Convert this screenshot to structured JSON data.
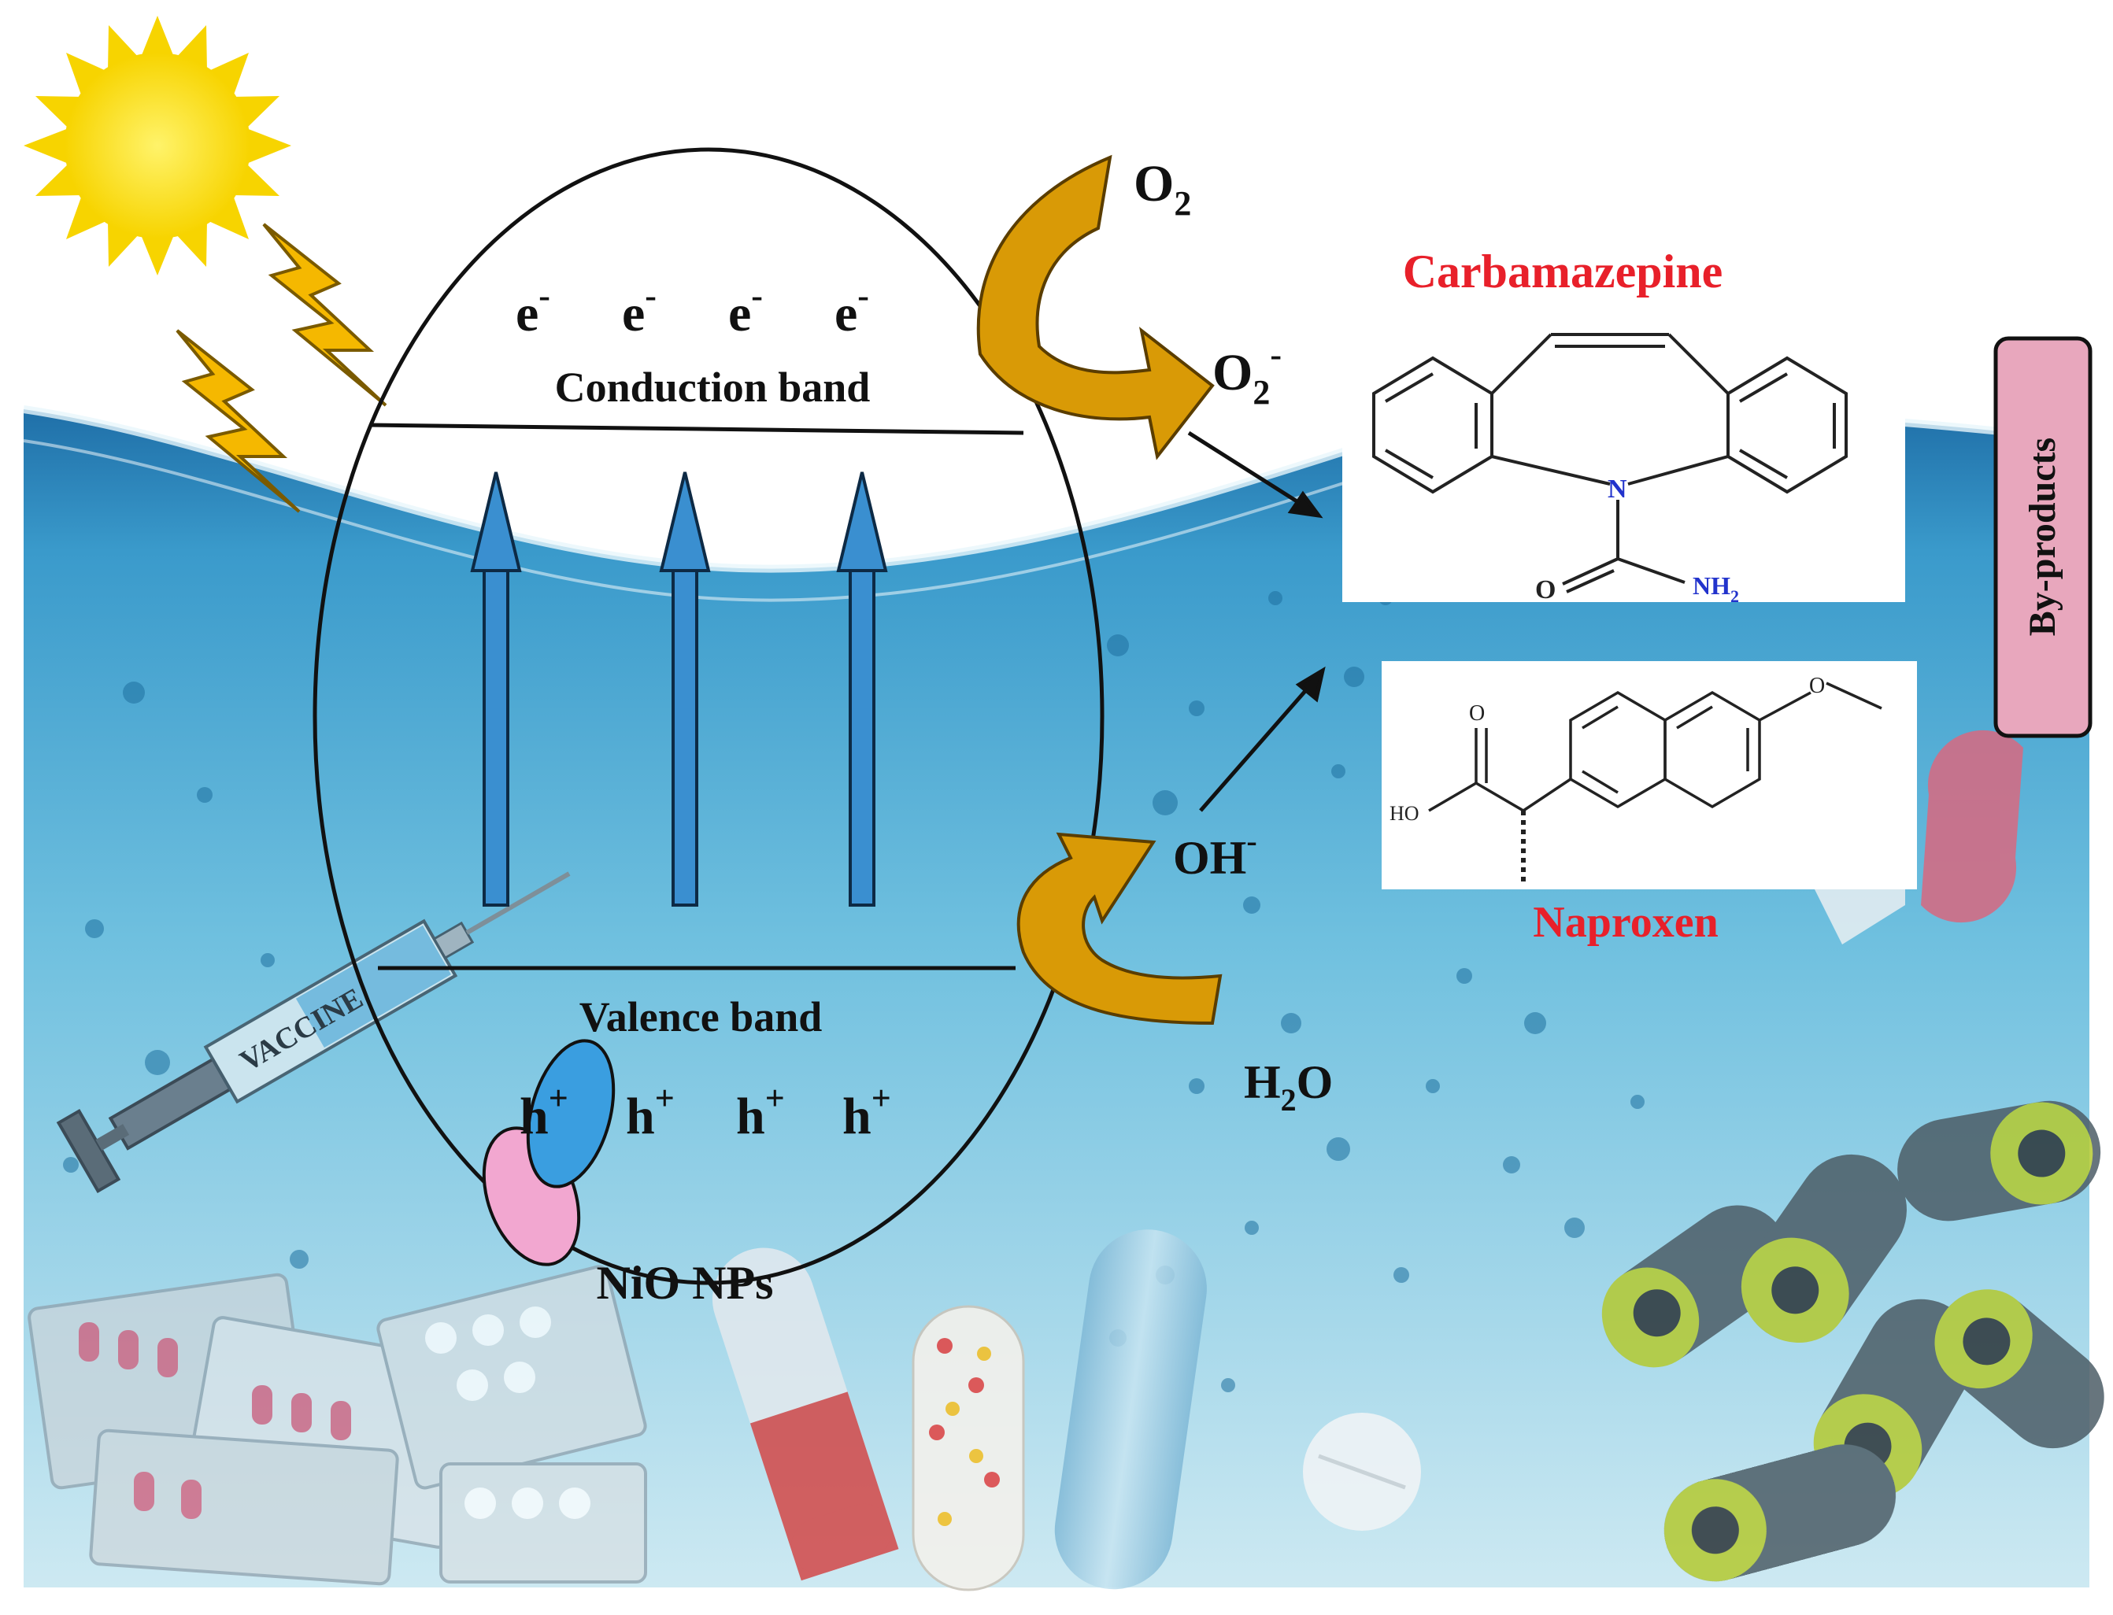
{
  "labels": {
    "electron": "e",
    "electron_charge": "-",
    "conduction_band": "Conduction band",
    "valence_band": "Valence band",
    "hole": "h",
    "hole_charge": "+",
    "catalyst": "NiO NPs",
    "oxygen_base": "O",
    "oxygen_sub": "2",
    "superoxide_charge": "-",
    "hydroxyl": "OH",
    "hydroxyl_charge": "-",
    "water_h": "H",
    "water_sub": "2",
    "water_o": "O",
    "drug1": "Carbamazepine",
    "drug2": "Naproxen",
    "byproducts": "By-products",
    "vaccine": "VACCINE",
    "carba_n": "N",
    "carba_o": "O",
    "carba_nh_base": "NH",
    "carba_nh_sub": "2",
    "napro_o": "O",
    "napro_ho": "HO"
  },
  "colors": {
    "drug_label": "#e8202a",
    "arrow_blue": "#3a8fd0",
    "arrow_gold": "#d99a06",
    "nitrogen": "#2233cc",
    "byproducts_box": "#e8a7bd",
    "water_top": "#2f8fc4",
    "water_bottom": "#bfe3ef"
  }
}
